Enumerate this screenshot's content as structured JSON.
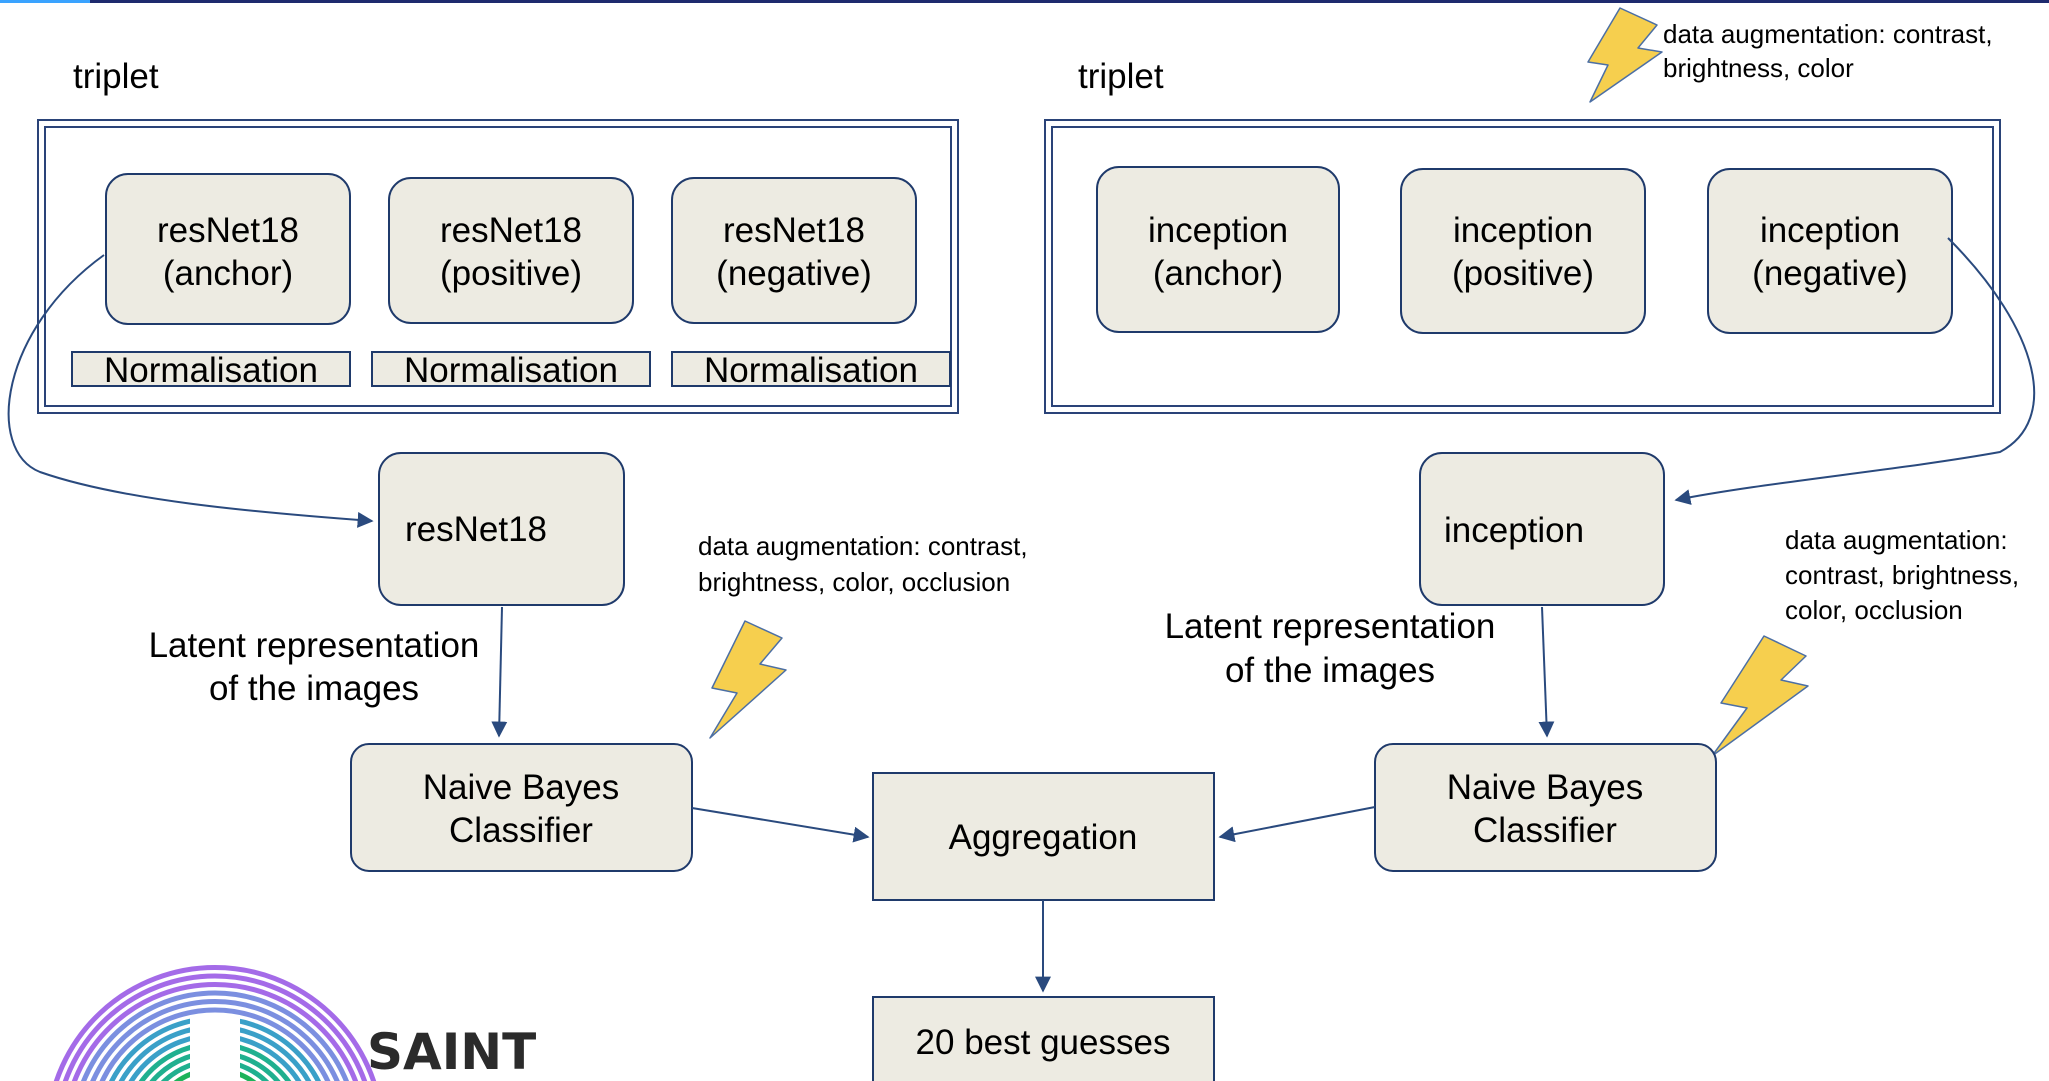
{
  "left_group": {
    "title": "triplet",
    "nodes": [
      {
        "line1": "resNet18",
        "line2": "(anchor)"
      },
      {
        "line1": "resNet18",
        "line2": "(positive)"
      },
      {
        "line1": "resNet18",
        "line2": "(negative)"
      }
    ],
    "normalisation": [
      "Normalisation",
      "Normalisation",
      "Normalisation"
    ]
  },
  "right_group": {
    "title": "triplet",
    "nodes": [
      {
        "line1": "inception",
        "line2": "(anchor)"
      },
      {
        "line1": "inception",
        "line2": "(positive)"
      },
      {
        "line1": "inception",
        "line2": "(negative)"
      }
    ]
  },
  "top_right_augmentation": {
    "line1": "data augmentation: contrast,",
    "line2": "brightness, color"
  },
  "left_pipeline": {
    "model": "resNet18",
    "latent": {
      "line1": "Latent representation",
      "line2": "of the images"
    },
    "augmentation": {
      "line1": "data augmentation: contrast,",
      "line2": "brightness, color, occlusion"
    },
    "classifier": {
      "line1": "Naive Bayes",
      "line2": "Classifier"
    }
  },
  "right_pipeline": {
    "model": "inception",
    "latent": {
      "line1": "Latent representation",
      "line2": "of the images"
    },
    "augmentation": {
      "line1": "data augmentation:",
      "line2": "contrast, brightness,",
      "line3": "color, occlusion"
    },
    "classifier": {
      "line1": "Naive Bayes",
      "line2": "Classifier"
    }
  },
  "aggregation": "Aggregation",
  "output": "20 best guesses",
  "logo": {
    "word": "SAINT",
    "colors": [
      "#1db35a",
      "#1fb08f",
      "#3aa0c8",
      "#7b8fe0",
      "#a46be8"
    ]
  }
}
